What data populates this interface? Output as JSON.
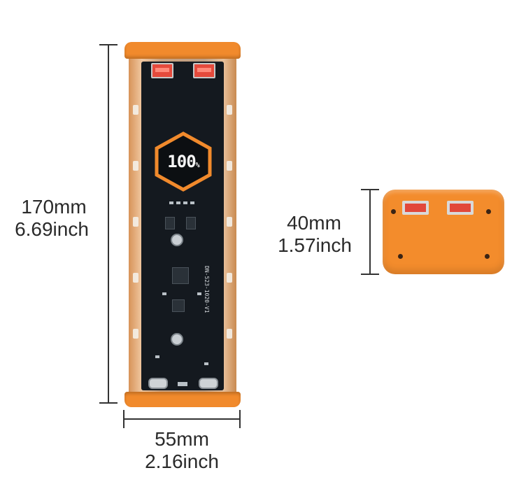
{
  "dimensions": {
    "height": {
      "mm": "170mm",
      "inch": "6.69inch"
    },
    "width": {
      "mm": "55mm",
      "inch": "2.16inch"
    },
    "depth": {
      "mm": "40mm",
      "inch": "1.57inch"
    }
  },
  "display": {
    "value": "100",
    "unit": "%"
  },
  "pcb_marking": "DN-523-1020-V1",
  "colors": {
    "shell_orange": "#f18a2c",
    "board": "#14191f",
    "usb_port": "#e54a3c",
    "text": "#2a2a2a"
  }
}
